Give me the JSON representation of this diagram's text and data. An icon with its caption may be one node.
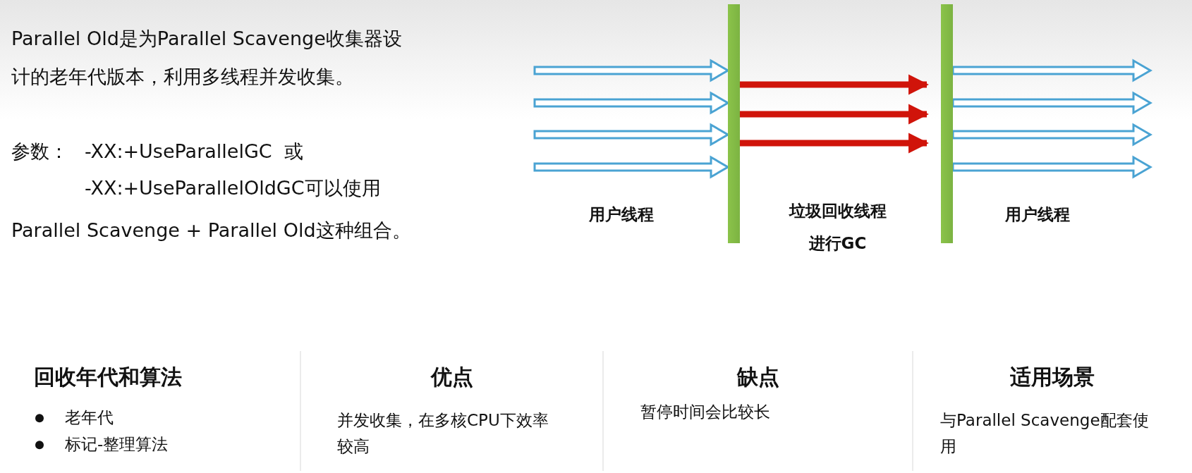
{
  "diagram": {
    "nodes": [
      {
        "text": [],
        "shape": "bar"
      },
      {
        "text": [],
        "shape": "bar"
      }
    ],
    "edges": [
      {
        "from": null,
        "to": 0,
        "arrow": "to"
      },
      {
        "from": null,
        "to": 0,
        "arrow": "to"
      },
      {
        "from": null,
        "to": 0,
        "arrow": "to"
      },
      {
        "from": null,
        "to": 0,
        "arrow": "to"
      },
      {
        "from": 0,
        "to": 1,
        "arrow": "to",
        "color": "#d0140a"
      },
      {
        "from": 0,
        "to": 1,
        "arrow": "to",
        "color": "#d0140a"
      },
      {
        "from": 0,
        "to": 1,
        "arrow": "to",
        "color": "#d0140a"
      },
      {
        "from": 1,
        "to": null,
        "arrow": "to"
      },
      {
        "from": 1,
        "to": null,
        "arrow": "to"
      },
      {
        "from": 1,
        "to": null,
        "arrow": "to"
      },
      {
        "from": 1,
        "to": null,
        "arrow": "to"
      }
    ],
    "labels": [
      "Parallel Old是为Parallel Scavenge收集器设计的老年代版本，利用多线程并发收集。",
      "参数：",
      "-XX:+UseParallelGC  或",
      "-XX:+UseParallelOldGC可以使用",
      "Parallel Scavenge + Parallel Old这种组合。",
      "用户线程",
      "垃圾回收线程进行GC",
      "用户线程",
      "回收年代和算法",
      "优点",
      "缺点",
      "适用场景",
      "老年代",
      "标记-整理算法",
      "并发收集，在多核CPU下效率较高",
      "暂停时间会比较长",
      "与Parallel Scavenge配套使用"
    ]
  }
}
